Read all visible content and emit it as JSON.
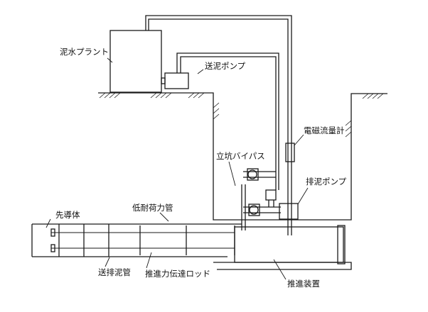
{
  "labels": {
    "slurry_plant": "泥水プラント",
    "feed_pump": "送泥ポンプ",
    "flow_meter": "電磁流量計",
    "shaft_bypass": "立坑バイパス",
    "discharge_pump": "排泥ポンプ",
    "low_load_pipe": "低耐荷力管",
    "leading_body": "先導体",
    "slurry_pipe": "送排泥管",
    "thrust_rod": "推進力伝達ロッド",
    "jacking_unit": "推進装置"
  }
}
